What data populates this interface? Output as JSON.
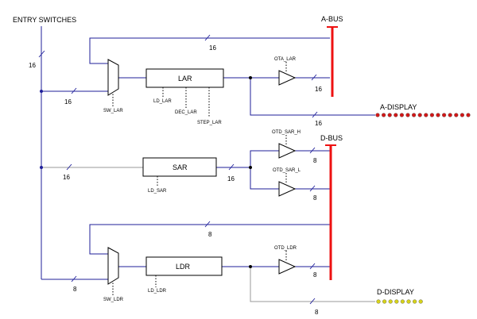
{
  "labels": {
    "entry_switches": "ENTRY SWITCHES",
    "a_bus": "A-BUS",
    "d_bus": "D-BUS",
    "a_display": "A-DISPLAY",
    "d_display": "D-DISPLAY"
  },
  "blocks": {
    "lar": "LAR",
    "sar": "SAR",
    "ldr": "LDR"
  },
  "signals": {
    "sw_lar": "SW_LAR",
    "ld_lar": "LD_LAR",
    "dec_lar": "DEC_LAR",
    "step_lar": "STEP_LAR",
    "ld_sar": "LD_SAR",
    "sw_ldr": "SW_LDR",
    "ld_ldr": "LD_LDR",
    "ota_lar": "OTA_LAR",
    "otd_sar_h": "OTD_SAR_H",
    "otd_sar_l": "OTD_SAR_L",
    "otd_ldr": "OTD_LDR"
  },
  "widths": {
    "w_entry": "16",
    "w_top_feedback": "16",
    "w_mux_lar_in": "16",
    "w_ota_lar_out": "16",
    "w_a_display": "16",
    "w_sar_in": "16",
    "w_sar_out": "16",
    "w_sar_h_out": "8",
    "w_sar_l_out": "8",
    "w_ldr_feedback": "8",
    "w_mux_ldr_in": "8",
    "w_otd_ldr_out": "8",
    "w_d_display": "8"
  },
  "colors": {
    "bus_red": "#ee1111",
    "wire_blue": "#1f1f9a",
    "wire_gray": "#9a9a9a",
    "led_red": "#d11818",
    "led_yellow": "#d6d21a"
  },
  "displays": {
    "a_display_leds": 16,
    "d_display_leds": 8
  }
}
